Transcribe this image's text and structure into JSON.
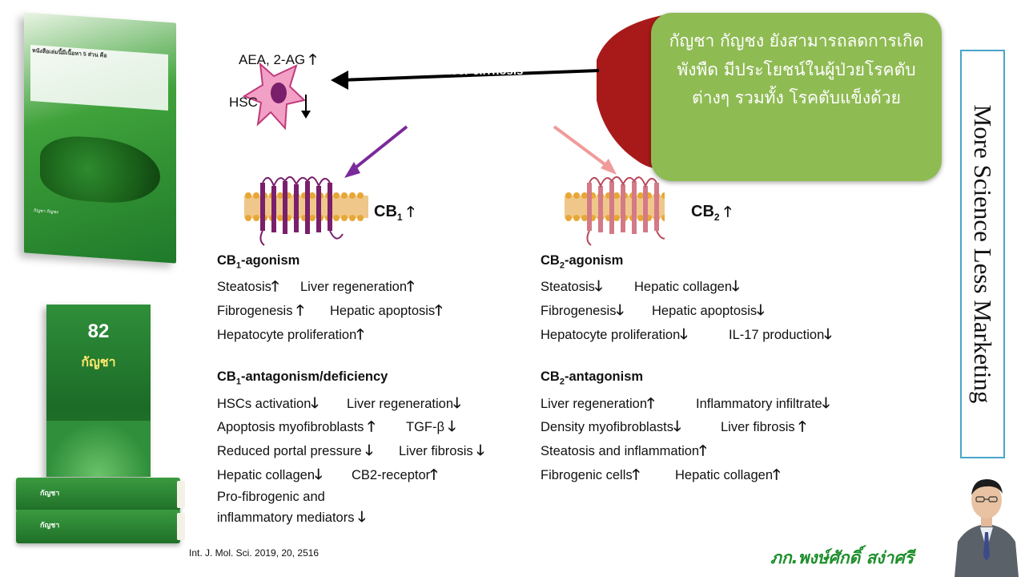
{
  "left_books": {
    "book1_caption": "หนังสือเล่มนี้มีเนื้อหา 5 ส่วน คือ",
    "book1_summary": "กัญชา กัญชง",
    "book2_number": "82",
    "book2_title": "กัญชา",
    "stack_label": "กัญชา"
  },
  "diagram": {
    "aea_label": "AEA, 2-AG",
    "hsc_label": "HSC",
    "liver_label": "Liver cirrhosis",
    "cb1_label": "CB",
    "cb1_sub": "1",
    "cb2_label": "CB",
    "cb2_sub": "2",
    "up": "🡑",
    "down": "🡓"
  },
  "cb1_agonism": {
    "title": "CB",
    "sub": "1",
    "title_rest": "-agonism",
    "items": [
      "Steatosis",
      "Liver regeneration",
      "Fibrogenesis",
      "Hepatic apoptosis",
      "Hepatocyte  proliferation"
    ]
  },
  "cb1_antagonism": {
    "title": "CB",
    "sub": "1",
    "title_rest": "-antagonism/deficiency",
    "items": [
      "HSCs activation",
      "Liver regeneration",
      "Apoptosis myofibroblasts",
      "TGF-β",
      "Reduced portal pressure",
      "Liver fibrosis",
      "Hepatic collagen",
      "CB2-receptor",
      "Pro-fibrogenic and",
      "inflammatory mediators"
    ]
  },
  "cb2_agonism": {
    "title": "CB",
    "sub": "2",
    "title_rest": "-agonism",
    "items": [
      "Steatosis",
      "Hepatic collagen",
      "Fibrogenesis",
      "Hepatic apoptosis",
      "Hepatocyte  proliferation",
      "IL-17 production"
    ]
  },
  "cb2_antagonism": {
    "title": "CB",
    "sub": "2",
    "title_rest": "-antagonism",
    "items": [
      "Liver regeneration",
      "Inflammatory infiltrate",
      "Density myofibroblasts",
      "Liver fibrosis",
      "Steatosis and inflammation",
      "Fibrogenic cells",
      "Hepatic collagen"
    ]
  },
  "green_box": {
    "text": "กัญชา กัญชง ยังสามารถลดการเกิดพังพืด มีประโยชน์ในผู้ป่วยโรคตับต่างๆ รวมทั้ง โรคตับแข็งด้วย"
  },
  "side_panel": {
    "text": "More Science Less Marketing"
  },
  "reference": "Int. J. Mol. Sci. 2019,  20, 2516",
  "author": "ภก.พงษ์ศักดิ์ สง่าศรี",
  "colors": {
    "green_box": "#8fbb53",
    "panel_border": "#46a7c7",
    "author": "#1e8f2c",
    "cb1_receptor": "#7a1f6b",
    "cb2_receptor": "#d47a86",
    "liver": "#a81a1a"
  }
}
